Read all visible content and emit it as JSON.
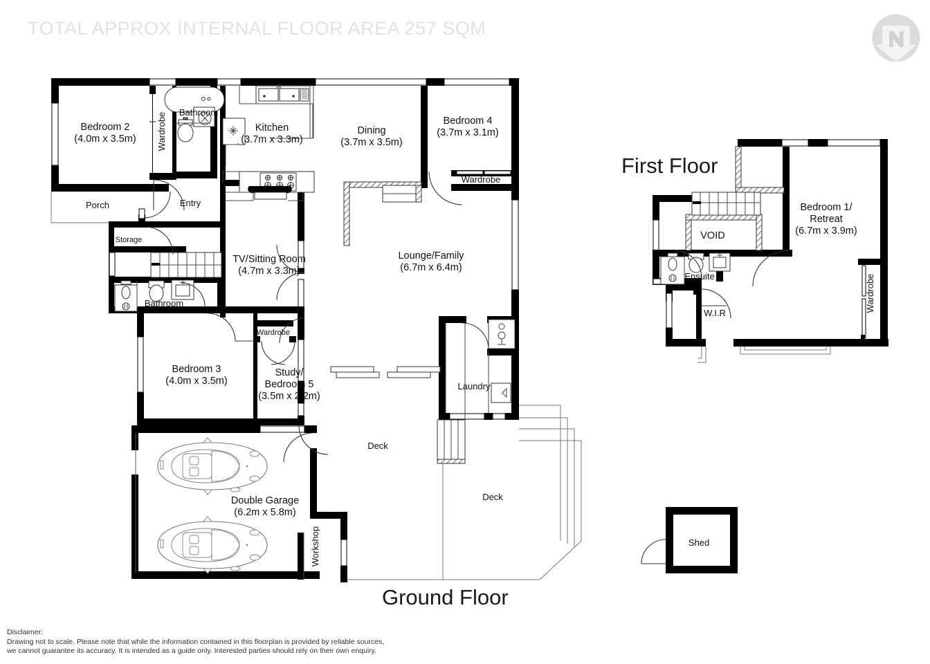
{
  "header": {
    "title": "TOTAL APPROX INTERNAL FLOOR AREA  257 SQM",
    "logo_icon": "n-arrow-logo"
  },
  "floors": {
    "ground": {
      "label": "Ground Floor"
    },
    "first": {
      "label": "First Floor"
    }
  },
  "ground_floor_rooms": {
    "bedroom2": {
      "name": "Bedroom 2",
      "dims": "(4.0m x 3.5m)"
    },
    "wardrobe_b2": {
      "name": "Wardrobe"
    },
    "bathroom_upper": {
      "name": "Bathroom"
    },
    "kitchen": {
      "name": "Kitchen",
      "dims": "(3.7m x 3.3m)"
    },
    "dining": {
      "name": "Dining",
      "dims": "(3.7m x 3.5m)"
    },
    "bedroom4": {
      "name": "Bedroom 4",
      "dims": "(3.7m x 3.1m)"
    },
    "wardrobe_b4": {
      "name": "Wardrobe"
    },
    "porch": {
      "name": "Porch"
    },
    "entry": {
      "name": "Entry"
    },
    "storage": {
      "name": "Storage"
    },
    "bathroom_lower": {
      "name": "Bathroom"
    },
    "tv_sitting": {
      "name": "TV/Sitting Room",
      "dims": "(4.7m x 3.3m)"
    },
    "lounge_family": {
      "name": "Lounge/Family",
      "dims": "(6.7m x 6.4m)"
    },
    "bedroom3": {
      "name": "Bedroom 3",
      "dims": "(4.0m x 3.5m)"
    },
    "study_bedroom5": {
      "name": "Study/",
      "name2": "Bedroom 5",
      "dims": "(3.5m x 2.2m)"
    },
    "wardrobe_study": {
      "name": "Wardrobe"
    },
    "laundry": {
      "name": "Laundry"
    },
    "deck_upper": {
      "name": "Deck"
    },
    "deck_lower": {
      "name": "Deck"
    },
    "double_garage": {
      "name": "Double Garage",
      "dims": "(6.2m x 5.8m)"
    },
    "workshop": {
      "name": "Workshop"
    }
  },
  "first_floor_rooms": {
    "bedroom1": {
      "name": "Bedroom 1/",
      "name2": "Retreat",
      "dims": "(6.7m x 3.9m)"
    },
    "void": {
      "name": "VOID"
    },
    "ensuite": {
      "name": "Ensuite"
    },
    "wir": {
      "name": "W.I.R"
    },
    "wardrobe_b1": {
      "name": "Wardrobe"
    }
  },
  "outbuilding": {
    "shed": {
      "name": "Shed"
    }
  },
  "disclaimer": {
    "heading": "Disclaimer:",
    "line1": "Drawing not to scale. Please note that while the information contained in this floorplan is provided by reliable sources,",
    "line2": "we cannot guarantee its accuracy. It is intended as a guide only. Interested parties should rely on their  own enquiry."
  },
  "colors": {
    "wall": "#000000",
    "paper": "#ffffff",
    "title": "#e2e2e2",
    "logo": "#dcdcdc"
  }
}
